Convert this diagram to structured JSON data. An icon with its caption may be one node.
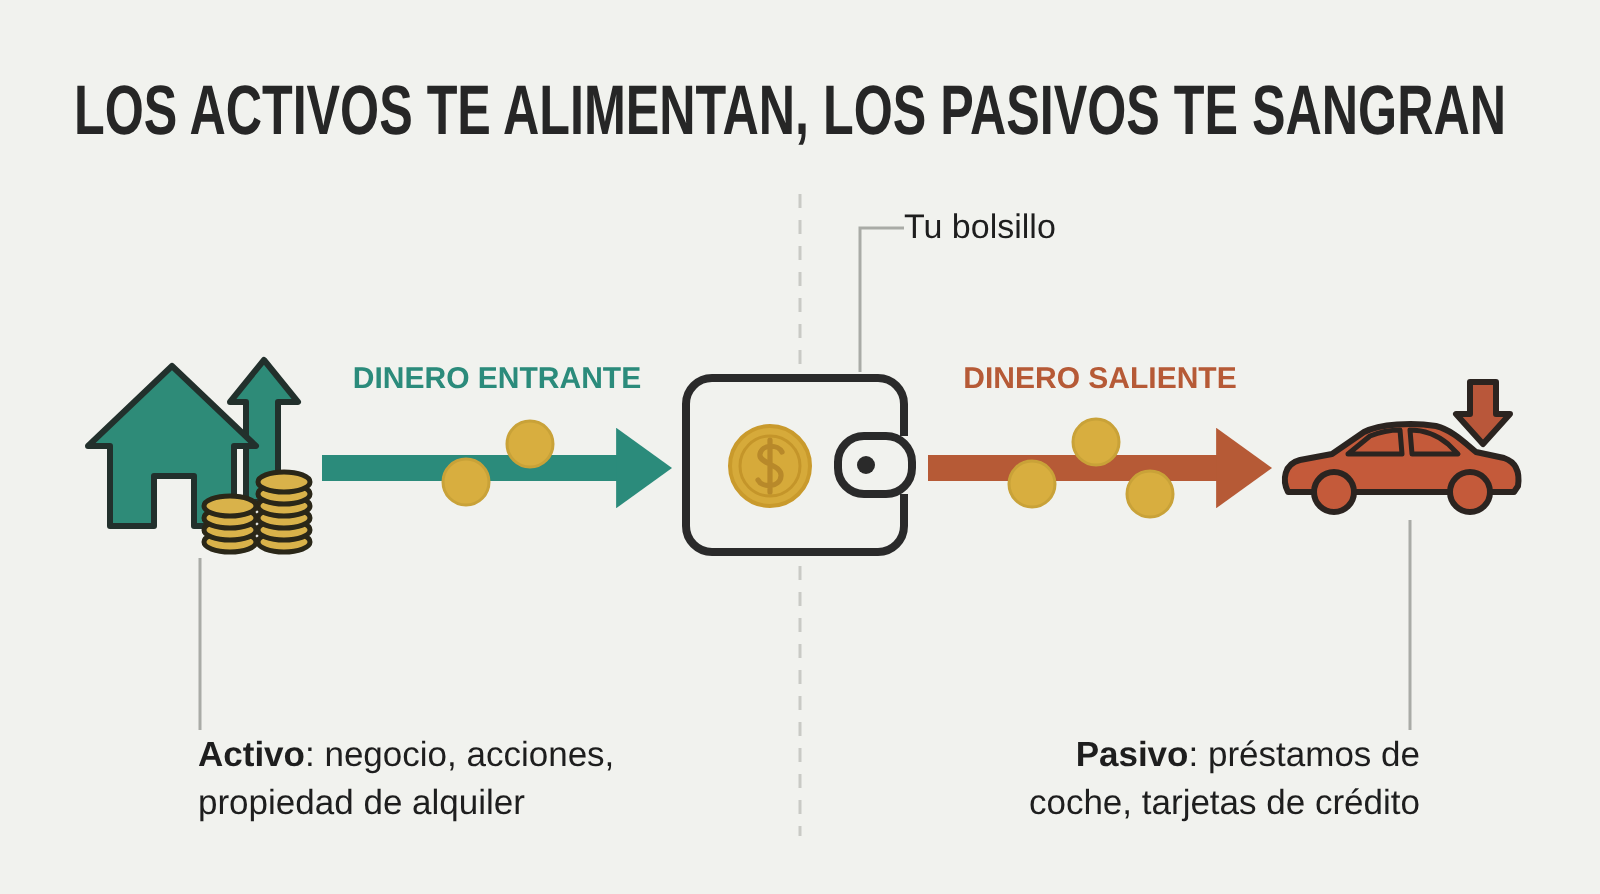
{
  "diagram": {
    "title": "LOS ACTIVOS TE ALIMENTAN, LOS PASIVOS TE SANGRAN",
    "nodes": [
      {
        "text": [
          "Tu bolsillo"
        ]
      },
      {
        "text": [],
        "shape": "picture"
      },
      {
        "text": [],
        "shape": "picture"
      },
      {
        "text": [],
        "shape": "picture"
      },
      {
        "text": [
          "**Activo**: negocio, acciones, propiedad de alquiler"
        ]
      },
      {
        "text": [
          "**Pasivo**: préstamos de coche, tarjetas de crédito"
        ]
      }
    ],
    "edges": [
      {
        "from": 1,
        "to": 2,
        "arrow": "to",
        "label": "DINERO ENTRANTE",
        "style": "thick",
        "color": "#2b8b7b"
      },
      {
        "from": 2,
        "to": 3,
        "arrow": "to",
        "label": "DINERO SALIENTE",
        "style": "thick",
        "color": "#b65a36"
      },
      {
        "from": 0,
        "to": 2,
        "arrow": "none"
      },
      {
        "from": 4,
        "to": 1,
        "arrow": "none"
      },
      {
        "from": 5,
        "to": 3,
        "arrow": "none"
      }
    ]
  }
}
